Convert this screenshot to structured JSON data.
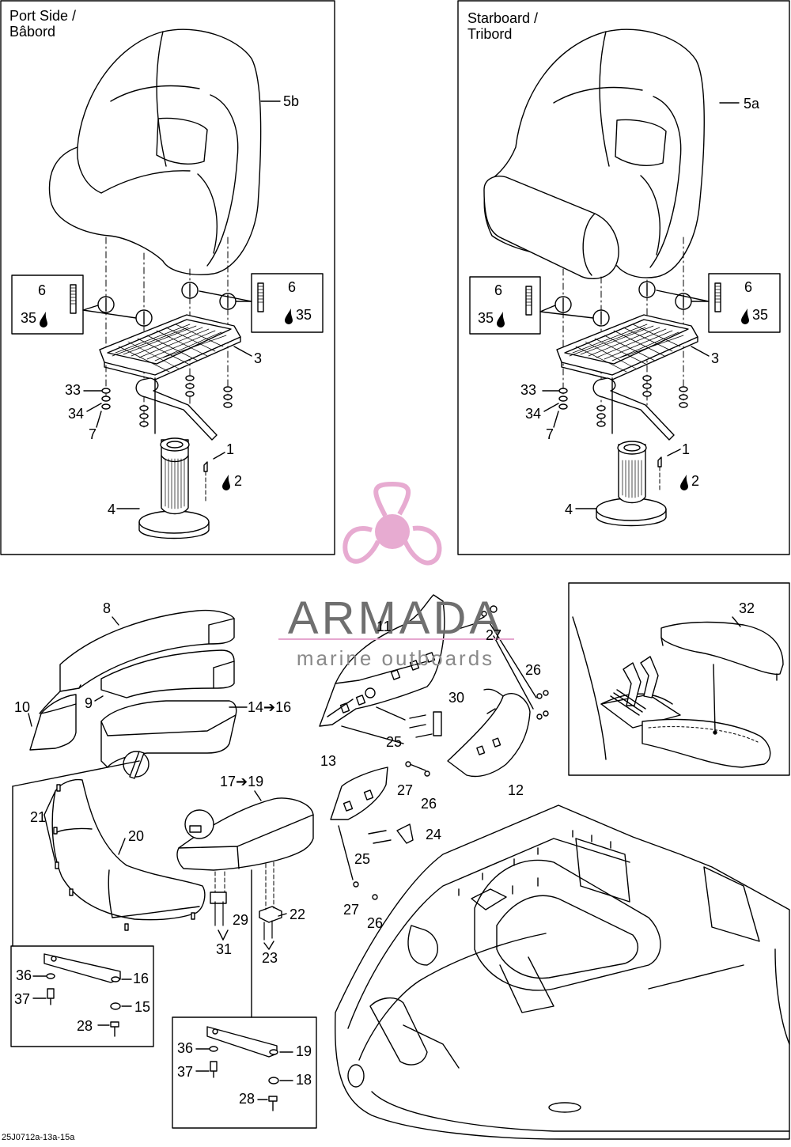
{
  "panels": {
    "port": {
      "title_line1": "Port Side /",
      "title_line2": "Bâbord"
    },
    "starboard": {
      "title_line1": "Starboard /",
      "title_line2": "Tribord"
    }
  },
  "watermark": {
    "name": "ARMADA",
    "subtitle": "marine outboards",
    "color": "#e6a7cf"
  },
  "callouts": {
    "port": {
      "seat": "5b",
      "stud_left": "6",
      "adhesive_left": "35",
      "stud_right": "6",
      "adhesive_right": "35",
      "plate": "3",
      "washer": "33",
      "lockwasher": "34",
      "nut": "7",
      "screw": "1",
      "adhesive_screw": "2",
      "pedestal": "4"
    },
    "starboard": {
      "seat": "5a",
      "stud_left": "6",
      "adhesive_left": "35",
      "stud_right": "6",
      "adhesive_right": "35",
      "plate": "3",
      "washer": "33",
      "lockwasher": "34",
      "nut": "7",
      "screw": "1",
      "adhesive_screw": "2",
      "pedestal": "4"
    },
    "lower": {
      "c8": "8",
      "c9": "9",
      "c10": "10",
      "c14": "14➔16",
      "c21": "21",
      "c20": "20",
      "c17": "17➔19",
      "c29": "29",
      "c31": "31",
      "c22": "22",
      "c23": "23",
      "c11": "11",
      "c27a": "27",
      "c26a": "26",
      "c30": "30",
      "c25a": "25",
      "c12": "12",
      "c13": "13",
      "c27b": "27",
      "c26b": "26",
      "c24": "24",
      "c25b": "25",
      "c27c": "27",
      "c26c": "26",
      "c32": "32"
    },
    "detail_a": {
      "c36": "36",
      "c16": "16",
      "c37": "37",
      "c15": "15",
      "c28": "28"
    },
    "detail_b": {
      "c36": "36",
      "c19": "19",
      "c37": "37",
      "c18": "18",
      "c28": "28"
    }
  },
  "footer": {
    "code": "25J0712a-13a-15a"
  }
}
